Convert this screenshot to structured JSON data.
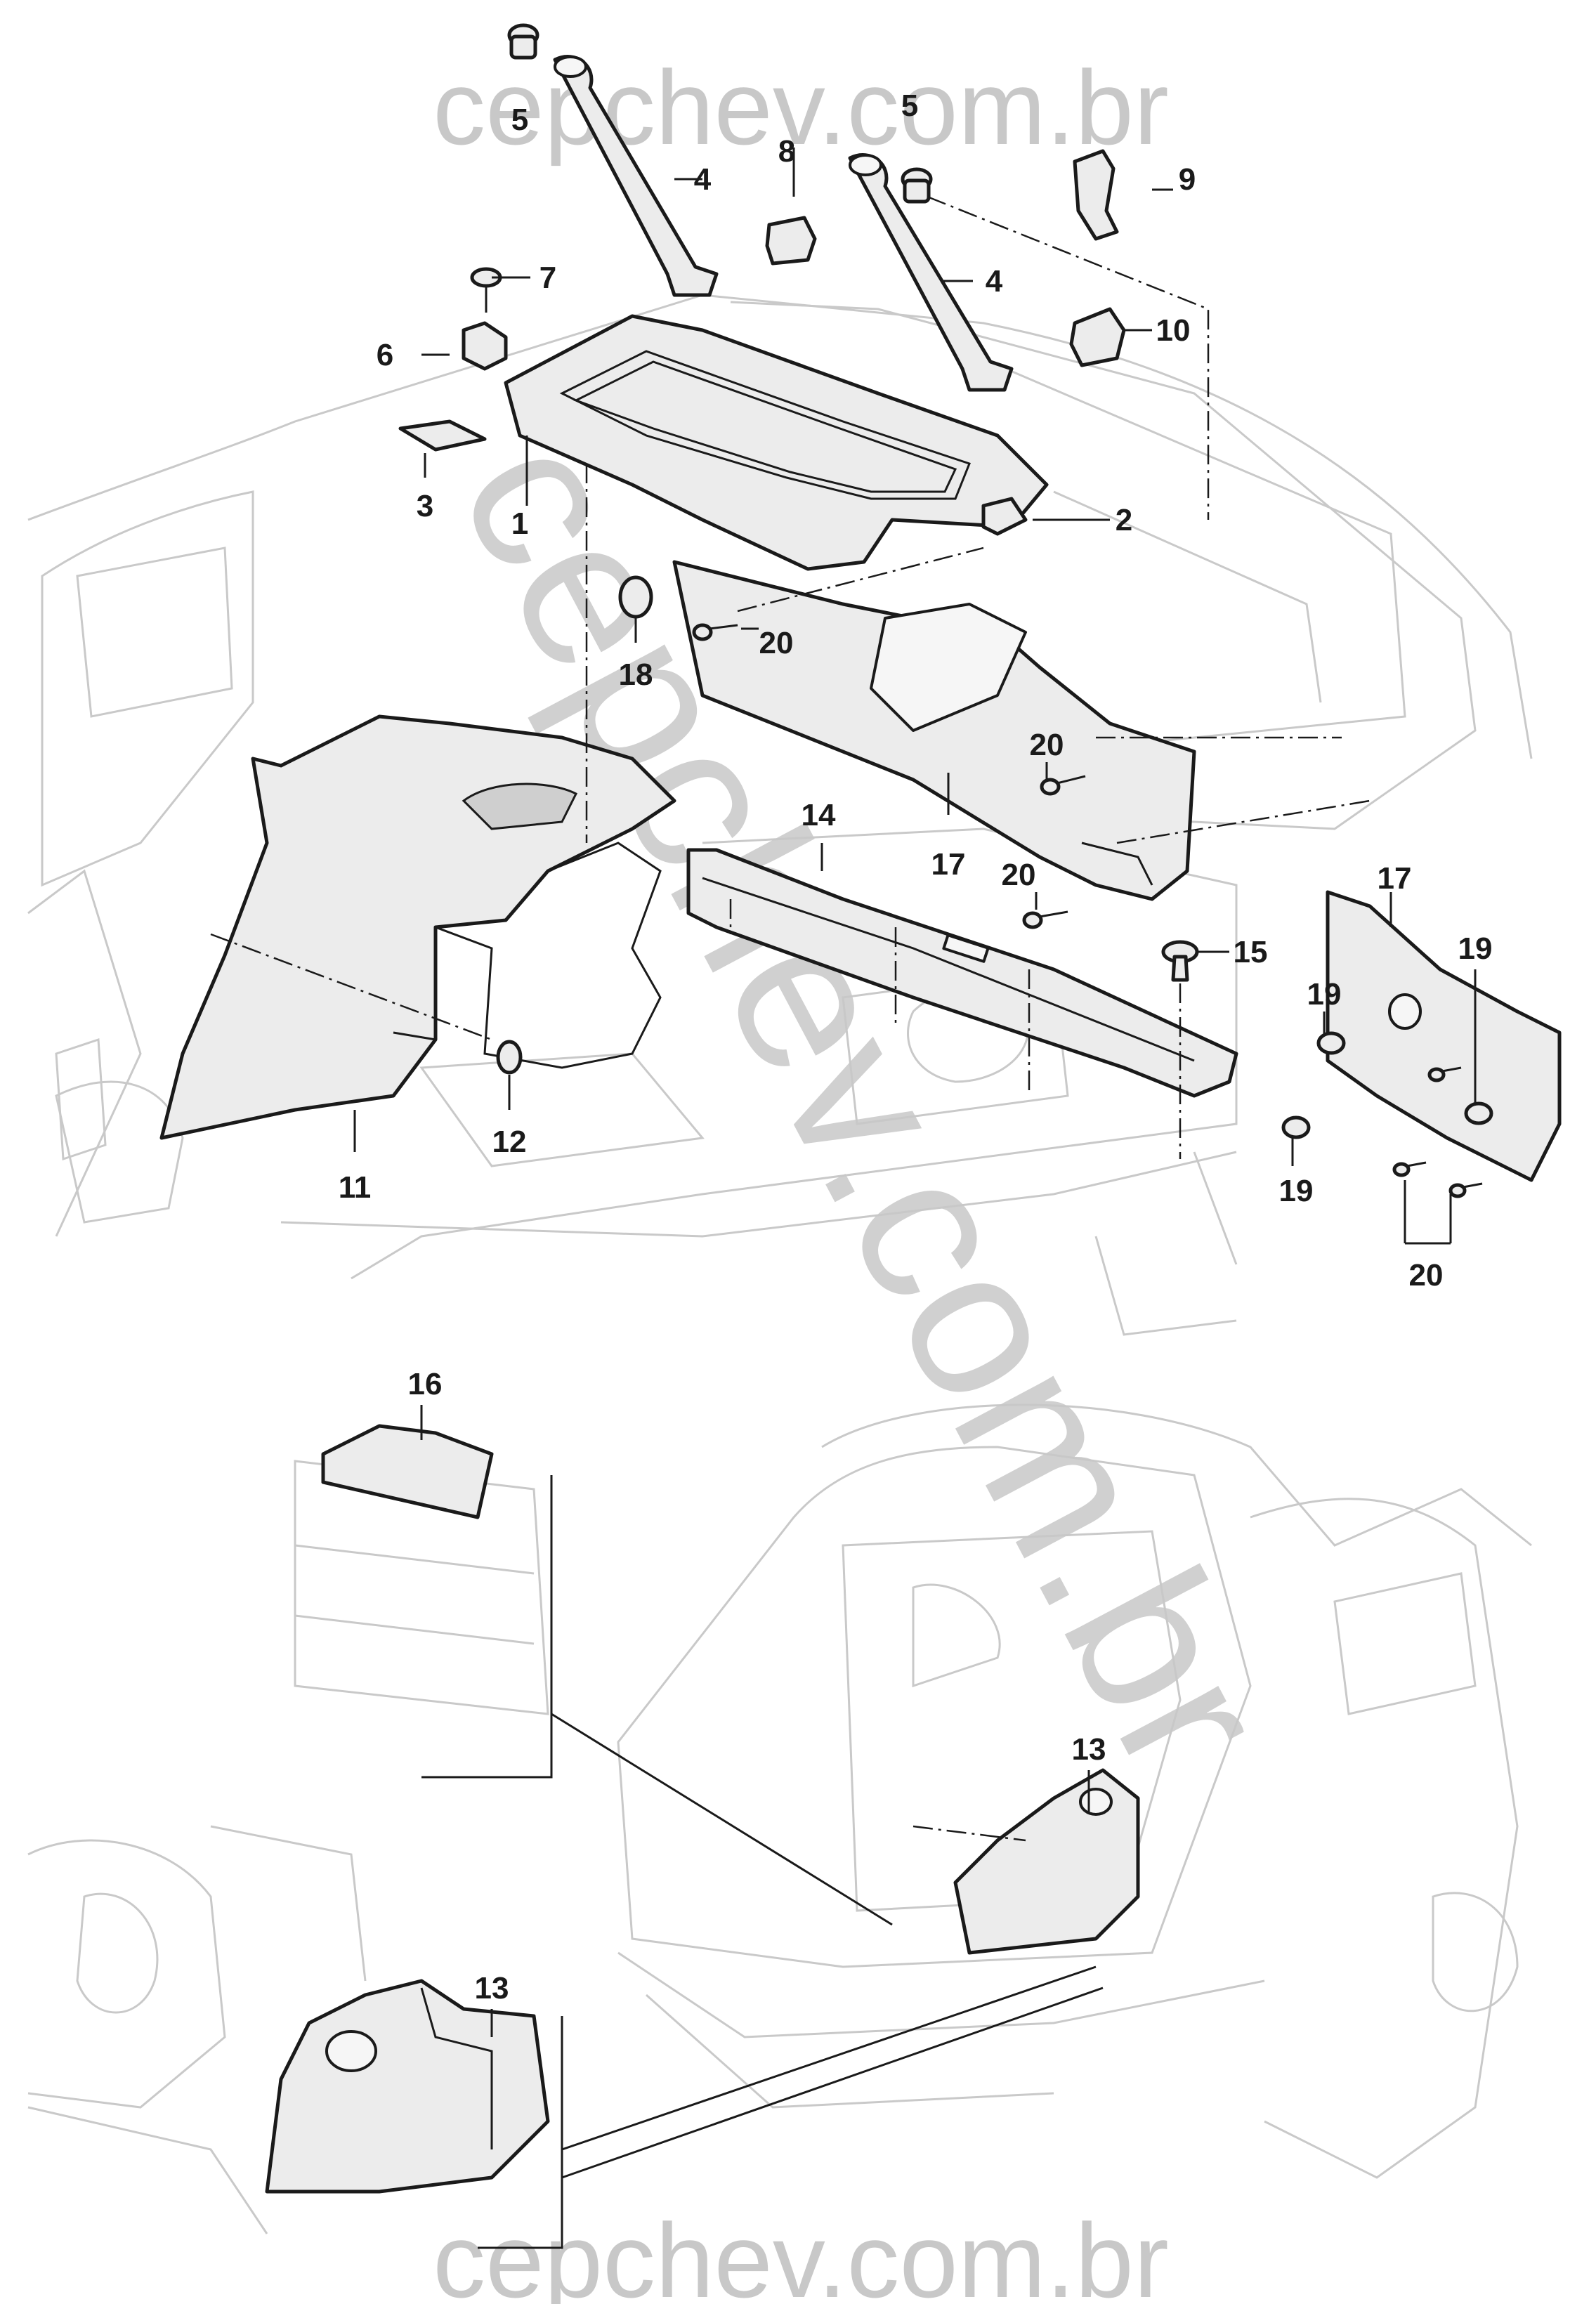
{
  "watermark": {
    "top": "cepchev.com.br",
    "diagonal": "cepchev.com.br",
    "bottom": "cepchev.com.br"
  },
  "callouts": {
    "c1": "1",
    "c2": "2",
    "c3": "3",
    "c4a": "4",
    "c4b": "4",
    "c5a": "5",
    "c5b": "5",
    "c6": "6",
    "c7": "7",
    "c8": "8",
    "c9": "9",
    "c10": "10",
    "c11": "11",
    "c12": "12",
    "c13a": "13",
    "c13b": "13",
    "c14": "14",
    "c15": "15",
    "c16": "16",
    "c17a": "17",
    "c17b": "17",
    "c18": "18",
    "c19a": "19",
    "c19b": "19",
    "c19c": "19",
    "c20a": "20",
    "c20b": "20",
    "c20c": "20",
    "c20d": "20"
  }
}
